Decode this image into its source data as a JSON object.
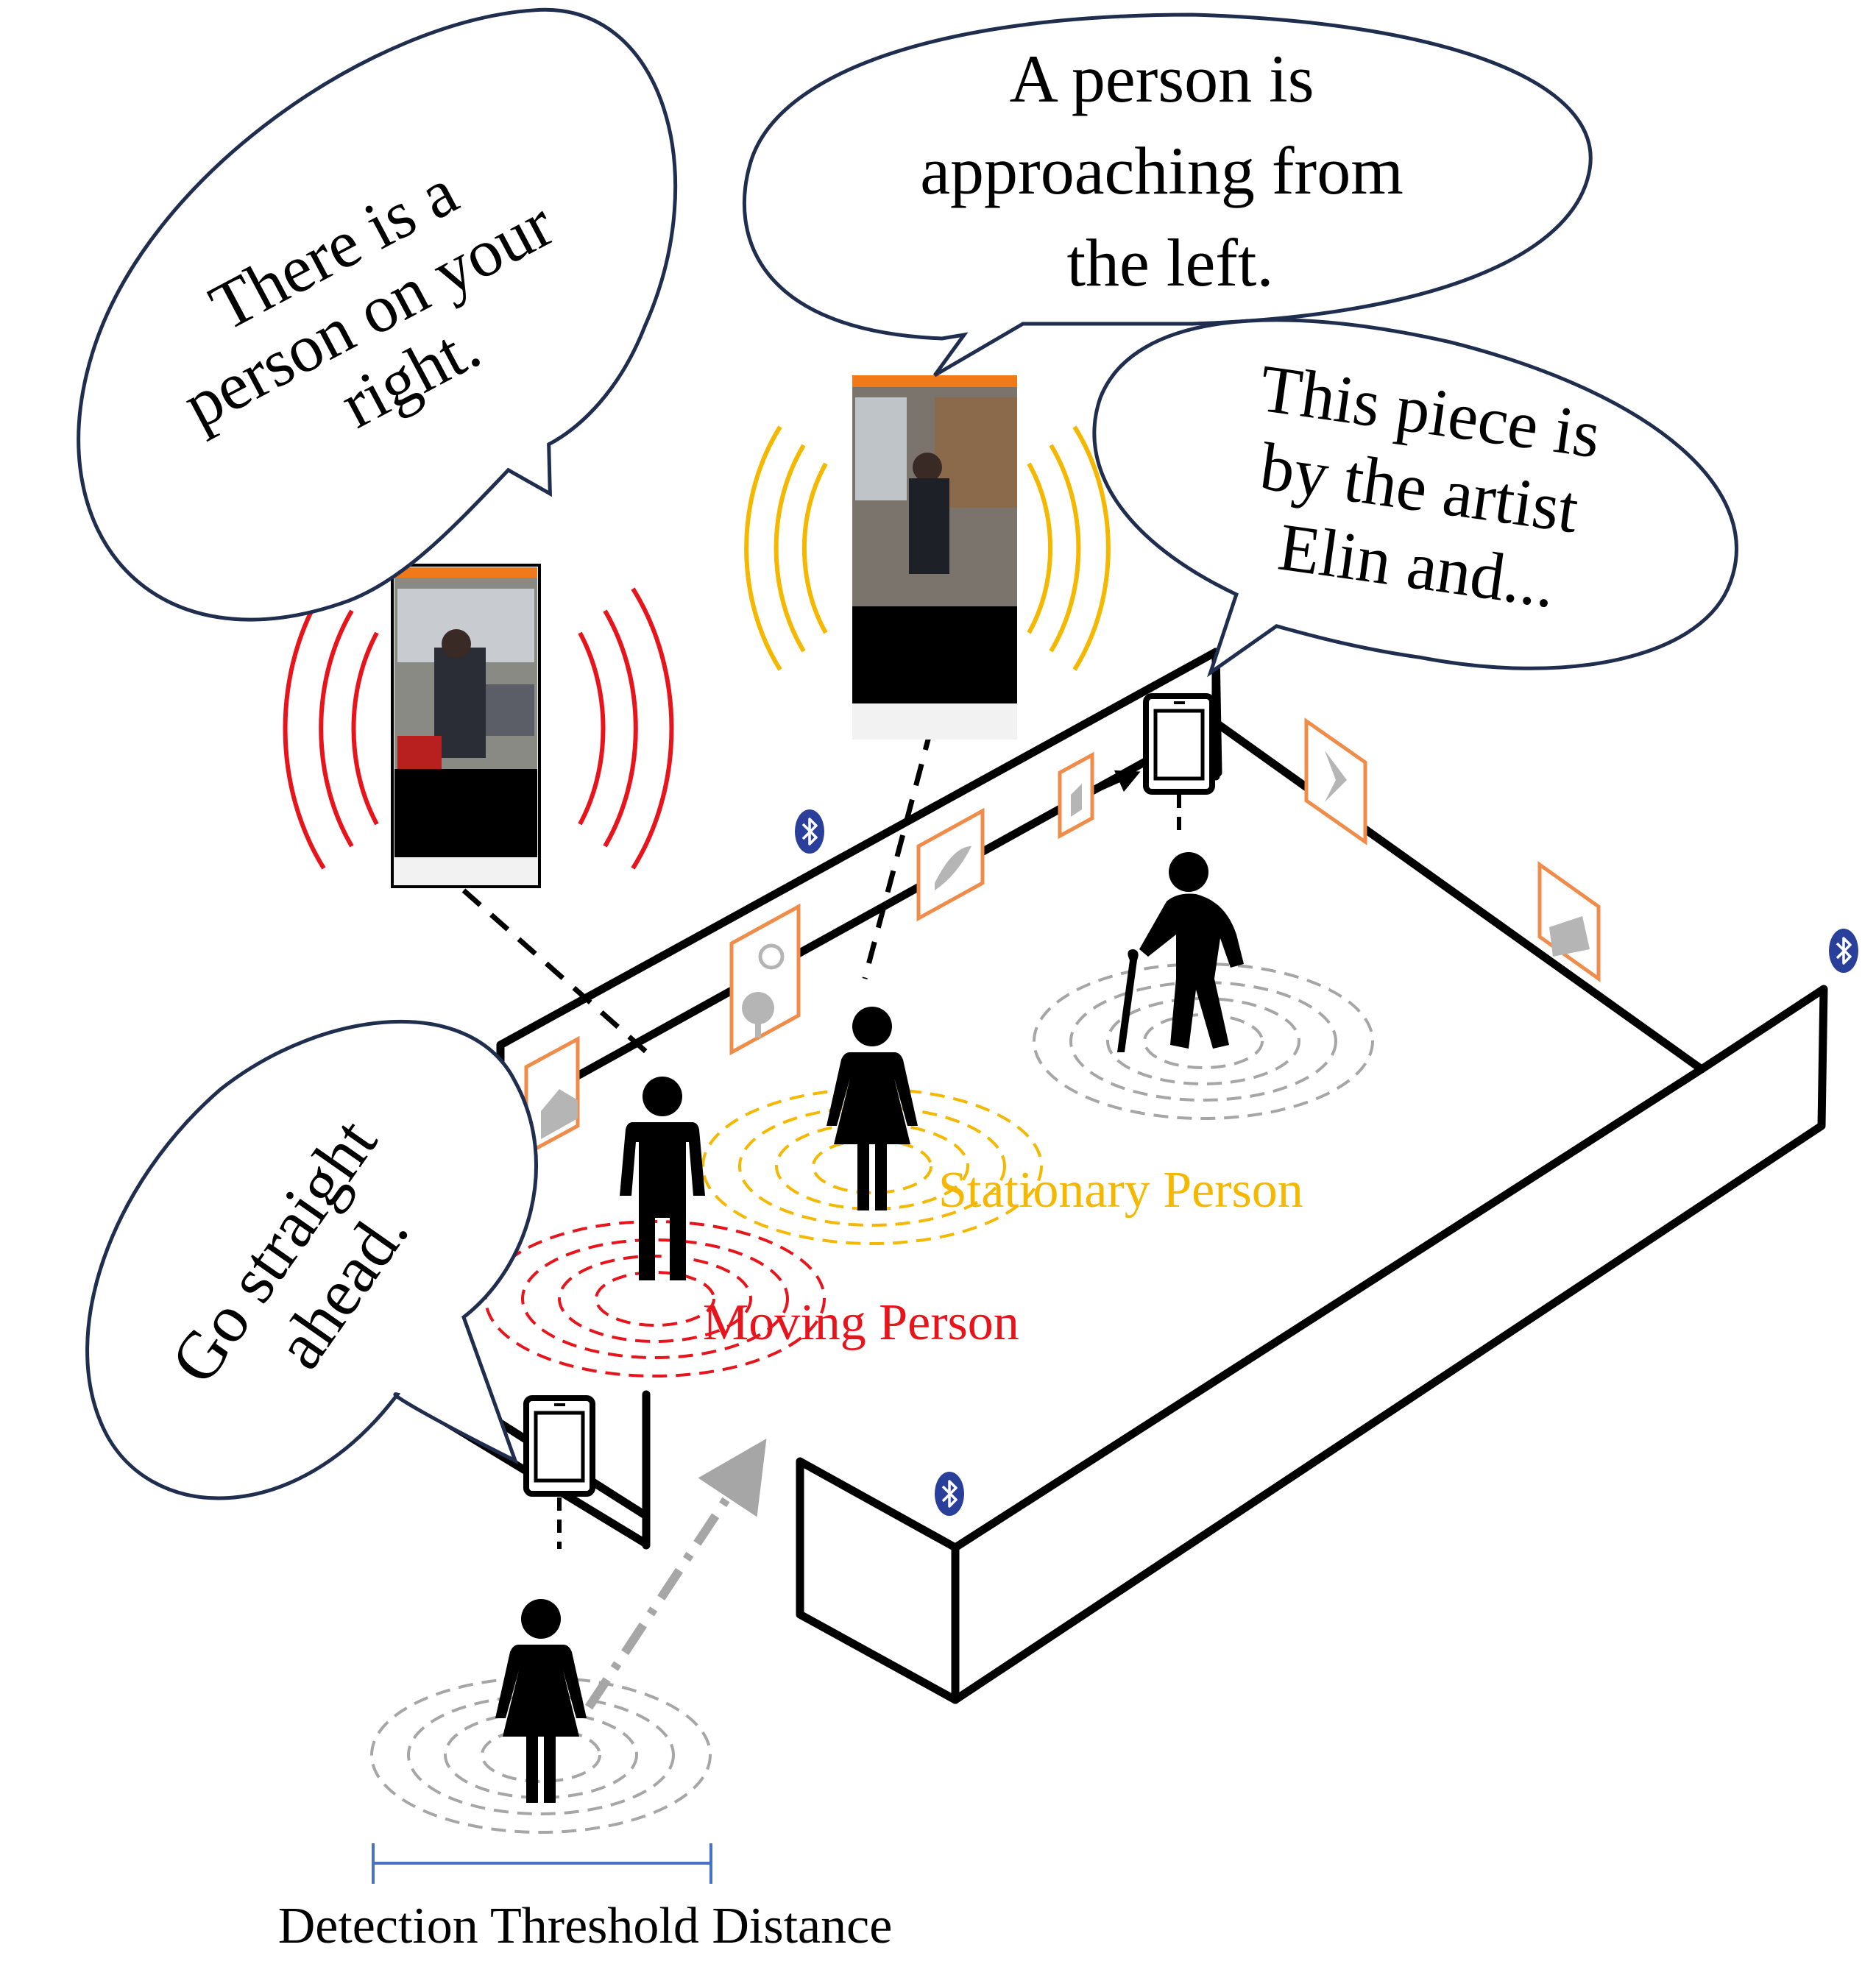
{
  "bubbles": {
    "right_person": {
      "lines": [
        "There is a",
        "person on your",
        "right."
      ]
    },
    "approaching": {
      "lines": [
        "A person is",
        "approaching from",
        "the left."
      ]
    },
    "artwork": {
      "lines": [
        "This piece is",
        "by the artist",
        "Elin and..."
      ]
    },
    "straight": {
      "lines": [
        "Go straight",
        "ahead."
      ]
    }
  },
  "labels": {
    "stationary": "Stationary Person",
    "moving": "Moving Person",
    "threshold": "Detection Threshold Distance"
  },
  "colors": {
    "moving": "#e8141c",
    "stationary": "#f5b800",
    "neutral_ring": "#a6a6a6",
    "bubble_stroke": "#1f2d4e",
    "artwork_frame": "#f08c4a",
    "bluetooth": "#2a3f9a",
    "app_header": "#f07a1a",
    "threshold_line": "#4a72c4"
  },
  "icons": [
    "bluetooth-icon",
    "tablet-icon",
    "person-icon",
    "elderly-person-cane-icon",
    "smartphone-icon"
  ]
}
